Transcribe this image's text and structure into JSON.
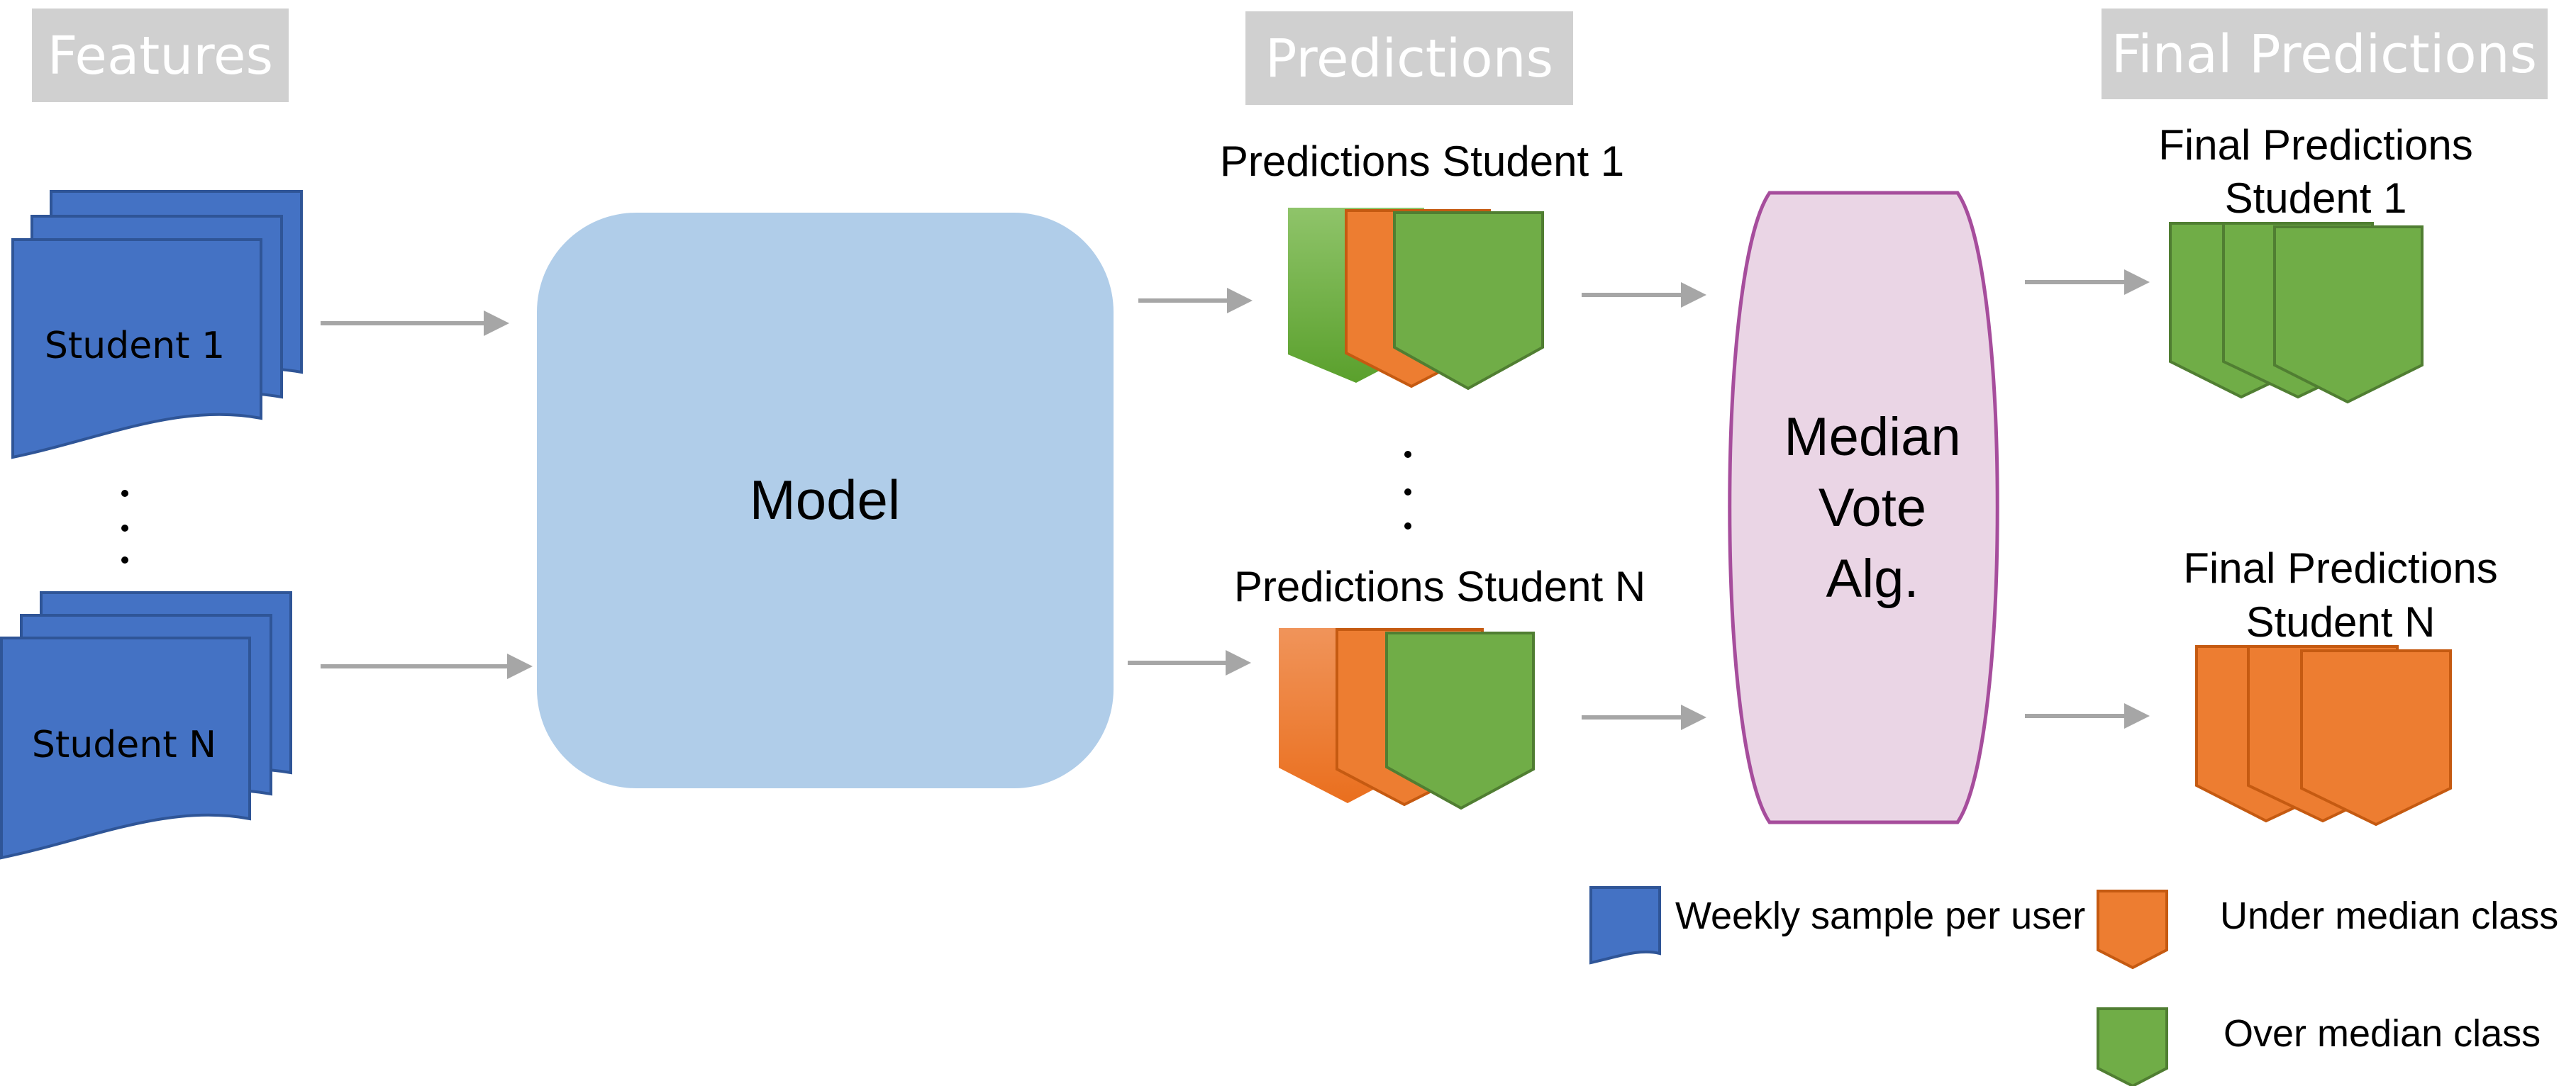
{
  "headers": {
    "features": "Features",
    "predictions": "Predictions",
    "final_predictions": "Final Predictions"
  },
  "inputs": {
    "student_1": "Student 1",
    "student_n": "Student N"
  },
  "model": {
    "label": "Model"
  },
  "predictions": {
    "student_1": "Predictions Student 1",
    "student_n": "Predictions Student N"
  },
  "vote": {
    "line1": "Median",
    "line2": "Vote",
    "line3": "Alg."
  },
  "final": {
    "student_1_line1": "Final Predictions",
    "student_1_line2": "Student 1",
    "student_n_line1": "Final Predictions",
    "student_n_line2": "Student N"
  },
  "legend": {
    "weekly_sample": "Weekly sample per user",
    "under_median": "Under median class",
    "over_median": "Over median class"
  },
  "colors": {
    "header_bg": "#d0d0d0",
    "document_blue": "#4472c4",
    "model_fill": "#b0cde9",
    "vote_fill": "#ead5e5",
    "vote_stroke": "#a64d9c",
    "under_median_orange": "#ed7d31",
    "over_median_green": "#70ad47",
    "arrow_gray": "#a6a6a6"
  }
}
